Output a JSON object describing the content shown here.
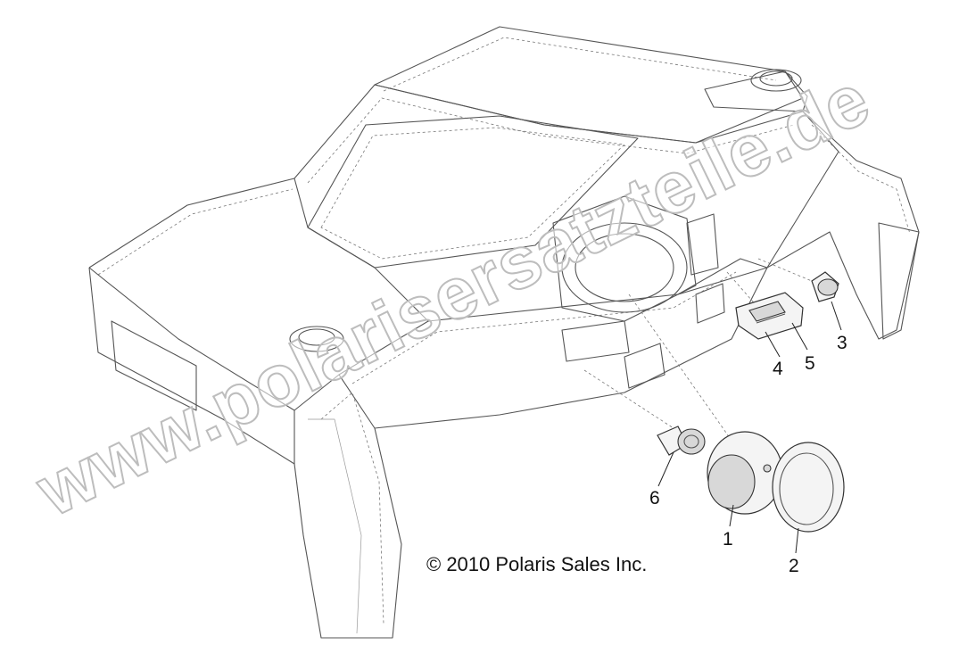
{
  "copyright": "© 2010 Polaris Sales Inc.",
  "watermark": "www.polarisersatzteile.de",
  "callouts": [
    {
      "id": "1",
      "label": "1"
    },
    {
      "id": "2",
      "label": "2"
    },
    {
      "id": "3",
      "label": "3"
    },
    {
      "id": "4",
      "label": "4"
    },
    {
      "id": "5",
      "label": "5"
    },
    {
      "id": "6",
      "label": "6"
    }
  ]
}
